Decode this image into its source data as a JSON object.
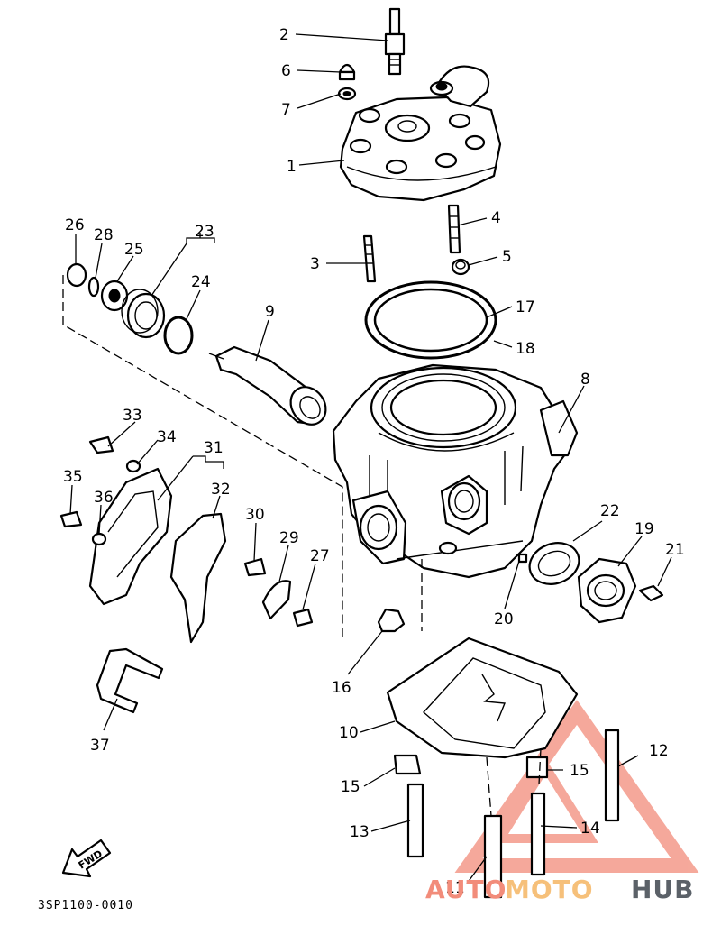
{
  "diagram": {
    "reference_code": "3SP1100-0010",
    "fwd_label": "FWD",
    "callouts": [
      {
        "id": "c1",
        "text": "1"
      },
      {
        "id": "c2",
        "text": "2"
      },
      {
        "id": "c3",
        "text": "3"
      },
      {
        "id": "c4",
        "text": "4"
      },
      {
        "id": "c5",
        "text": "5"
      },
      {
        "id": "c6",
        "text": "6"
      },
      {
        "id": "c7",
        "text": "7"
      },
      {
        "id": "c8",
        "text": "8"
      },
      {
        "id": "c9",
        "text": "9"
      },
      {
        "id": "c10",
        "text": "10"
      },
      {
        "id": "c11",
        "text": "11"
      },
      {
        "id": "c12",
        "text": "12"
      },
      {
        "id": "c13",
        "text": "13"
      },
      {
        "id": "c14",
        "text": "14"
      },
      {
        "id": "c15a",
        "text": "15"
      },
      {
        "id": "c15b",
        "text": "15"
      },
      {
        "id": "c16",
        "text": "16"
      },
      {
        "id": "c17",
        "text": "17"
      },
      {
        "id": "c18",
        "text": "18"
      },
      {
        "id": "c19",
        "text": "19"
      },
      {
        "id": "c20",
        "text": "20"
      },
      {
        "id": "c21",
        "text": "21"
      },
      {
        "id": "c22",
        "text": "22"
      },
      {
        "id": "c23",
        "text": "23"
      },
      {
        "id": "c24",
        "text": "24"
      },
      {
        "id": "c25",
        "text": "25"
      },
      {
        "id": "c26",
        "text": "26"
      },
      {
        "id": "c27",
        "text": "27"
      },
      {
        "id": "c28",
        "text": "28"
      },
      {
        "id": "c29",
        "text": "29"
      },
      {
        "id": "c30",
        "text": "30"
      },
      {
        "id": "c31",
        "text": "31"
      },
      {
        "id": "c32",
        "text": "32"
      },
      {
        "id": "c33",
        "text": "33"
      },
      {
        "id": "c34",
        "text": "34"
      },
      {
        "id": "c35",
        "text": "35"
      },
      {
        "id": "c36",
        "text": "36"
      },
      {
        "id": "c37",
        "text": "37"
      }
    ]
  },
  "watermark": {
    "part1": "AUTO",
    "part2": "MOTO",
    "part3": "HUB",
    "colors": {
      "red": "#f28c7a",
      "yellow": "#f6c07a",
      "gray": "#5b6168"
    }
  }
}
